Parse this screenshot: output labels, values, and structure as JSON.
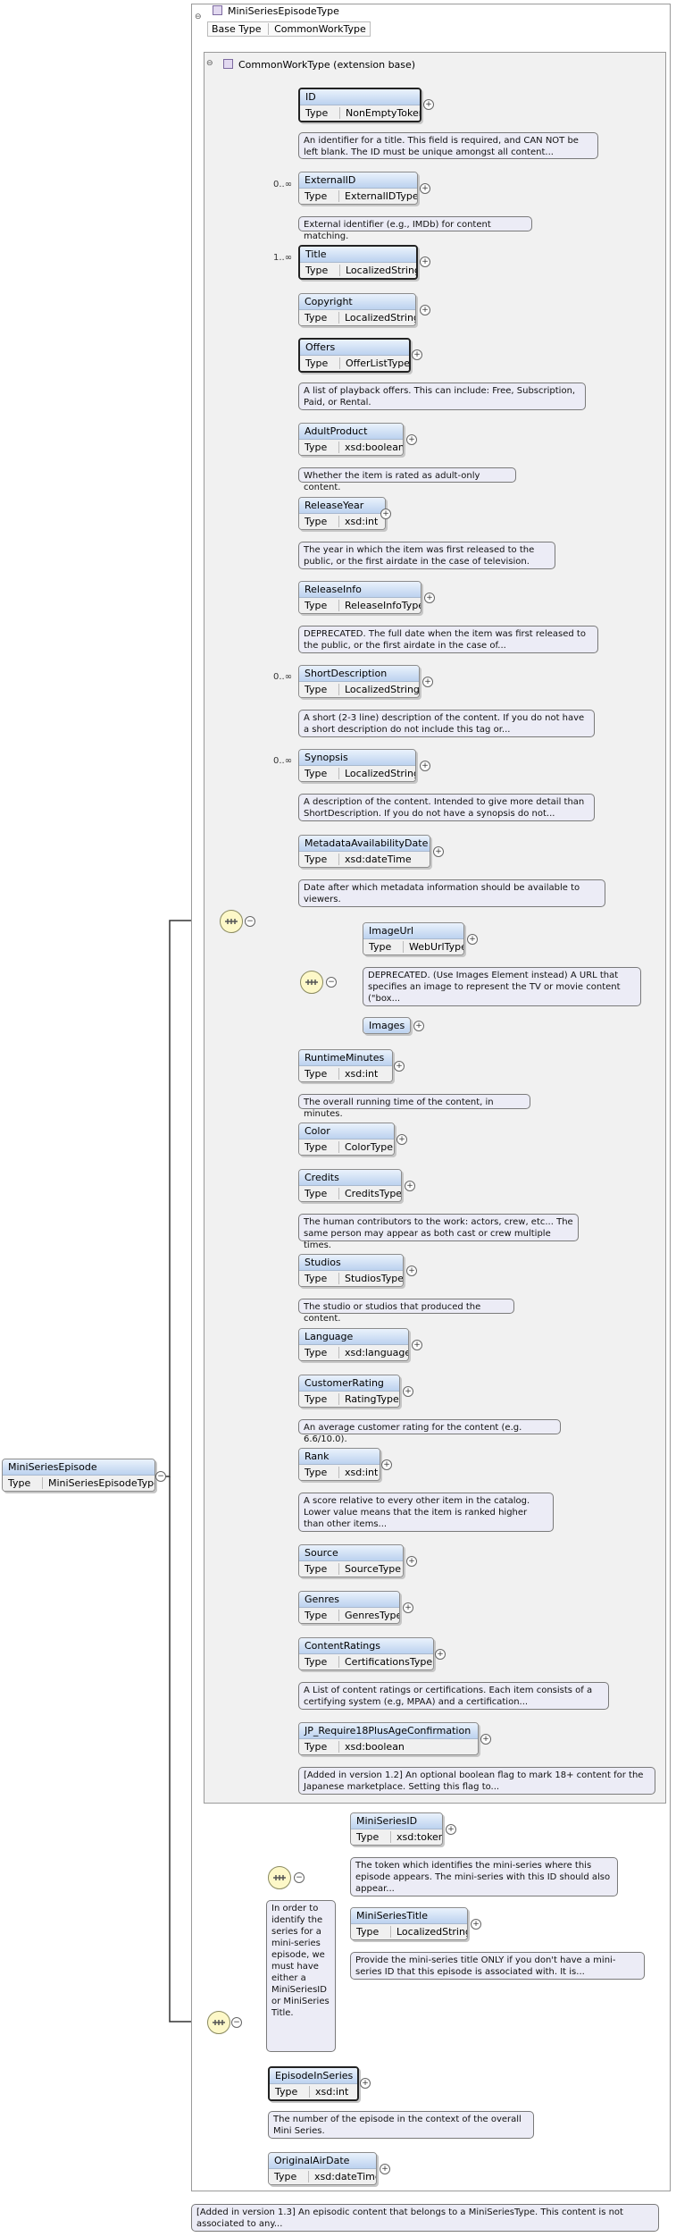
{
  "root": {
    "name": "MiniSeriesEpisode",
    "type_label": "Type",
    "type": "MiniSeriesEpisodeType"
  },
  "complex_type": {
    "title": "MiniSeriesEpisodeType",
    "base_label": "Base Type",
    "base": "CommonWorkType"
  },
  "extension": {
    "title": "CommonWorkType (extension base)"
  },
  "common_elements": [
    {
      "name": "ID",
      "type": "NonEmptyToken",
      "mult": "",
      "doc": "An identifier for a title. This field is required, and CAN NOT be left blank. The ID must be unique amongst all content..."
    },
    {
      "name": "ExternalID",
      "type": "ExternalIDType",
      "mult": "0..∞",
      "doc": "External identifier (e.g., IMDb) for content matching."
    },
    {
      "name": "Title",
      "type": "LocalizedString",
      "mult": "1..∞",
      "doc": ""
    },
    {
      "name": "Copyright",
      "type": "LocalizedString",
      "mult": "",
      "doc": ""
    },
    {
      "name": "Offers",
      "type": "OfferListType",
      "mult": "",
      "doc": "A list of playback offers. This can include: Free, Subscription, Paid, or Rental."
    },
    {
      "name": "AdultProduct",
      "type": "xsd:boolean",
      "mult": "",
      "doc": "Whether the item is rated as adult-only content."
    },
    {
      "name": "ReleaseYear",
      "type": "xsd:int",
      "mult": "",
      "doc": "The year in which the item was first released to the public, or the first airdate in the case of television."
    },
    {
      "name": "ReleaseInfo",
      "type": "ReleaseInfoType",
      "mult": "",
      "doc": "DEPRECATED. The full date when the item was first released to the public, or the first airdate in the case of..."
    },
    {
      "name": "ShortDescription",
      "type": "LocalizedString",
      "mult": "0..∞",
      "doc": "A short (2-3 line) description of the content. If you do not have a short description do not include this tag or..."
    },
    {
      "name": "Synopsis",
      "type": "LocalizedString",
      "mult": "0..∞",
      "doc": "A description of the content. Intended to give more detail than ShortDescription. If you do not have a synopsis do not..."
    },
    {
      "name": "MetadataAvailabilityDate",
      "type": "xsd:dateTime",
      "mult": "",
      "doc": "Date after which metadata information should be available to viewers."
    }
  ],
  "choice": {
    "imageurl": {
      "name": "ImageUrl",
      "type": "WebUrlType",
      "doc": "DEPRECATED. (Use Images Element instead) A URL that specifies an image to represent the TV or movie content (\"box..."
    },
    "images": {
      "name": "Images"
    }
  },
  "common_elements2": [
    {
      "name": "RuntimeMinutes",
      "type": "xsd:int",
      "doc": "The overall running time of the content, in minutes."
    },
    {
      "name": "Color",
      "type": "ColorType",
      "doc": ""
    },
    {
      "name": "Credits",
      "type": "CreditsType",
      "doc": "The human contributors to the work: actors, crew, etc... The same person may appear as both cast or crew multiple times."
    },
    {
      "name": "Studios",
      "type": "StudiosType",
      "doc": "The studio or studios that produced the content."
    },
    {
      "name": "Language",
      "type": "xsd:language",
      "doc": ""
    },
    {
      "name": "CustomerRating",
      "type": "RatingType",
      "doc": "An average customer rating for the content (e.g. 6.6/10.0)."
    },
    {
      "name": "Rank",
      "type": "xsd:int",
      "doc": "A score relative to every other item in the catalog. Lower value means that the item is ranked higher than other items..."
    },
    {
      "name": "Source",
      "type": "SourceType",
      "doc": ""
    },
    {
      "name": "Genres",
      "type": "GenresType",
      "doc": ""
    },
    {
      "name": "ContentRatings",
      "type": "CertificationsType",
      "doc": "A List of content ratings or certifications. Each item consists of a certifying system (e.g, MPAA) and a certification..."
    },
    {
      "name": "JP_Require18PlusAgeConfirmation",
      "type": "xsd:boolean",
      "doc": "[Added in version 1.2] An optional boolean flag to mark 18+ content for the Japanese marketplace. Setting this flag to..."
    }
  ],
  "series_choice_note": "In order to identify the series for a mini-series episode, we must have either a MiniSeriesID or MiniSeries Title.",
  "series": [
    {
      "name": "MiniSeriesID",
      "type": "xsd:token",
      "doc": "The token which identifies the mini-series where this episode appears. The mini-series with this ID should also appear..."
    },
    {
      "name": "MiniSeriesTitle",
      "type": "LocalizedString",
      "doc": "Provide the mini-series title ONLY if you don't have a mini-series ID that this episode is associated with. It is..."
    }
  ],
  "episode": {
    "name": "EpisodeInSeries",
    "type": "xsd:int",
    "doc": "The number of the episode in the context of the overall Mini Series."
  },
  "airdate": {
    "name": "OriginalAirDate",
    "type": "xsd:dateTime"
  },
  "root_doc": "[Added in version 1.3] An episodic content that belongs to a MiniSeriesType. This content is not associated to any...",
  "type_label": "Type"
}
